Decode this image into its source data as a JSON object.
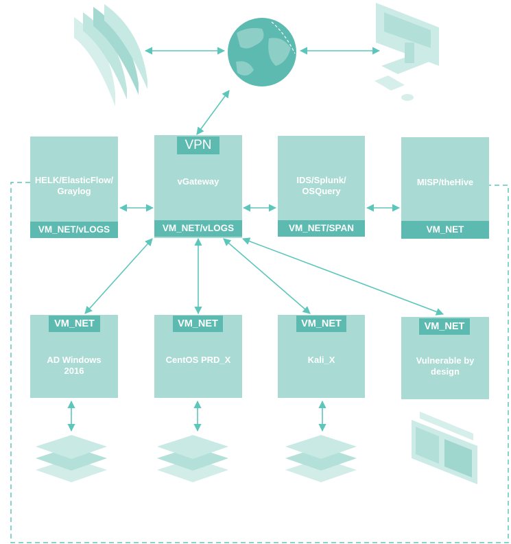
{
  "top_row": {
    "vpn_label": "VPN",
    "helk": {
      "name": "HELK/ElasticFlow/\nGraylog",
      "network": "VM_NET/vLOGS"
    },
    "vgateway": {
      "name": "vGateway",
      "network": "VM_NET/vLOGS"
    },
    "ids": {
      "name": "IDS/Splunk/\nOSQuery",
      "network": "VM_NET/SPAN"
    },
    "misp": {
      "name": "MISP/theHive",
      "network": "VM_NET"
    }
  },
  "vm_row": [
    {
      "network": "VM_NET",
      "name": "AD Windows\n2016"
    },
    {
      "network": "VM_NET",
      "name": "CentOS PRD_X"
    },
    {
      "network": "VM_NET",
      "name": "Kali_X"
    },
    {
      "network": "VM_NET",
      "name": "Vulnerable by\ndesign"
    }
  ],
  "icons": [
    "firewall-layers-icon",
    "globe-icon",
    "workstation-icon",
    "stack-layers-icon",
    "vulnerable-windows-icon"
  ],
  "colors": {
    "box_fill": "#a9dad3",
    "band_fill": "#5cbab0",
    "line": "#5cc6bb",
    "text": "#ffffff"
  }
}
